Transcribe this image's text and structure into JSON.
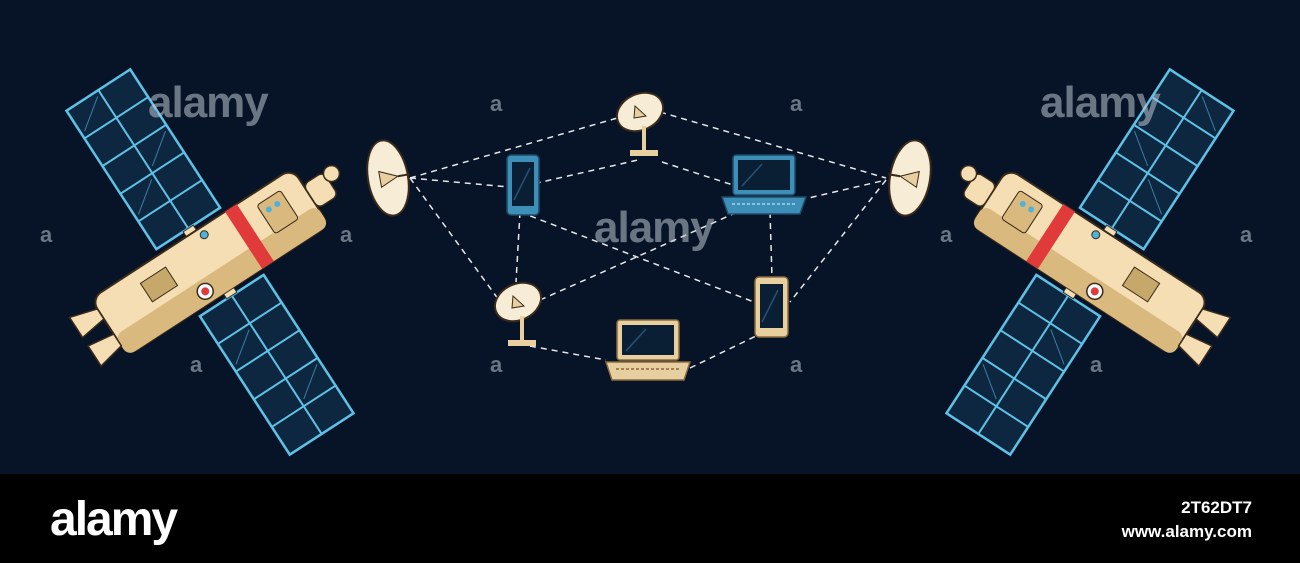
{
  "scene": {
    "background": "#071428",
    "colors": {
      "panel": "#4fb3d9",
      "panel_fill": "#0d2740",
      "body": "#f5deb3",
      "body_shade": "#d9b97e",
      "band": "#e03a3a",
      "dish": "#f7ecd6",
      "device_blue": "#3d8fb8",
      "device_tan": "#e8cfa0",
      "link_line": "#e8e8e8"
    },
    "icons": [
      "satellite-left-icon",
      "satellite-right-icon",
      "dish-left-icon",
      "dish-right-icon",
      "ground-antenna-top-icon",
      "ground-antenna-bottom-icon",
      "phone-blue-icon",
      "phone-tan-icon",
      "laptop-blue-icon",
      "laptop-tan-icon"
    ]
  },
  "watermarks": {
    "brand_word": "alamy",
    "brand_letter": "a"
  },
  "footer": {
    "logo": "alamy",
    "image_id": "2T62DT7",
    "site": "www.alamy.com"
  }
}
